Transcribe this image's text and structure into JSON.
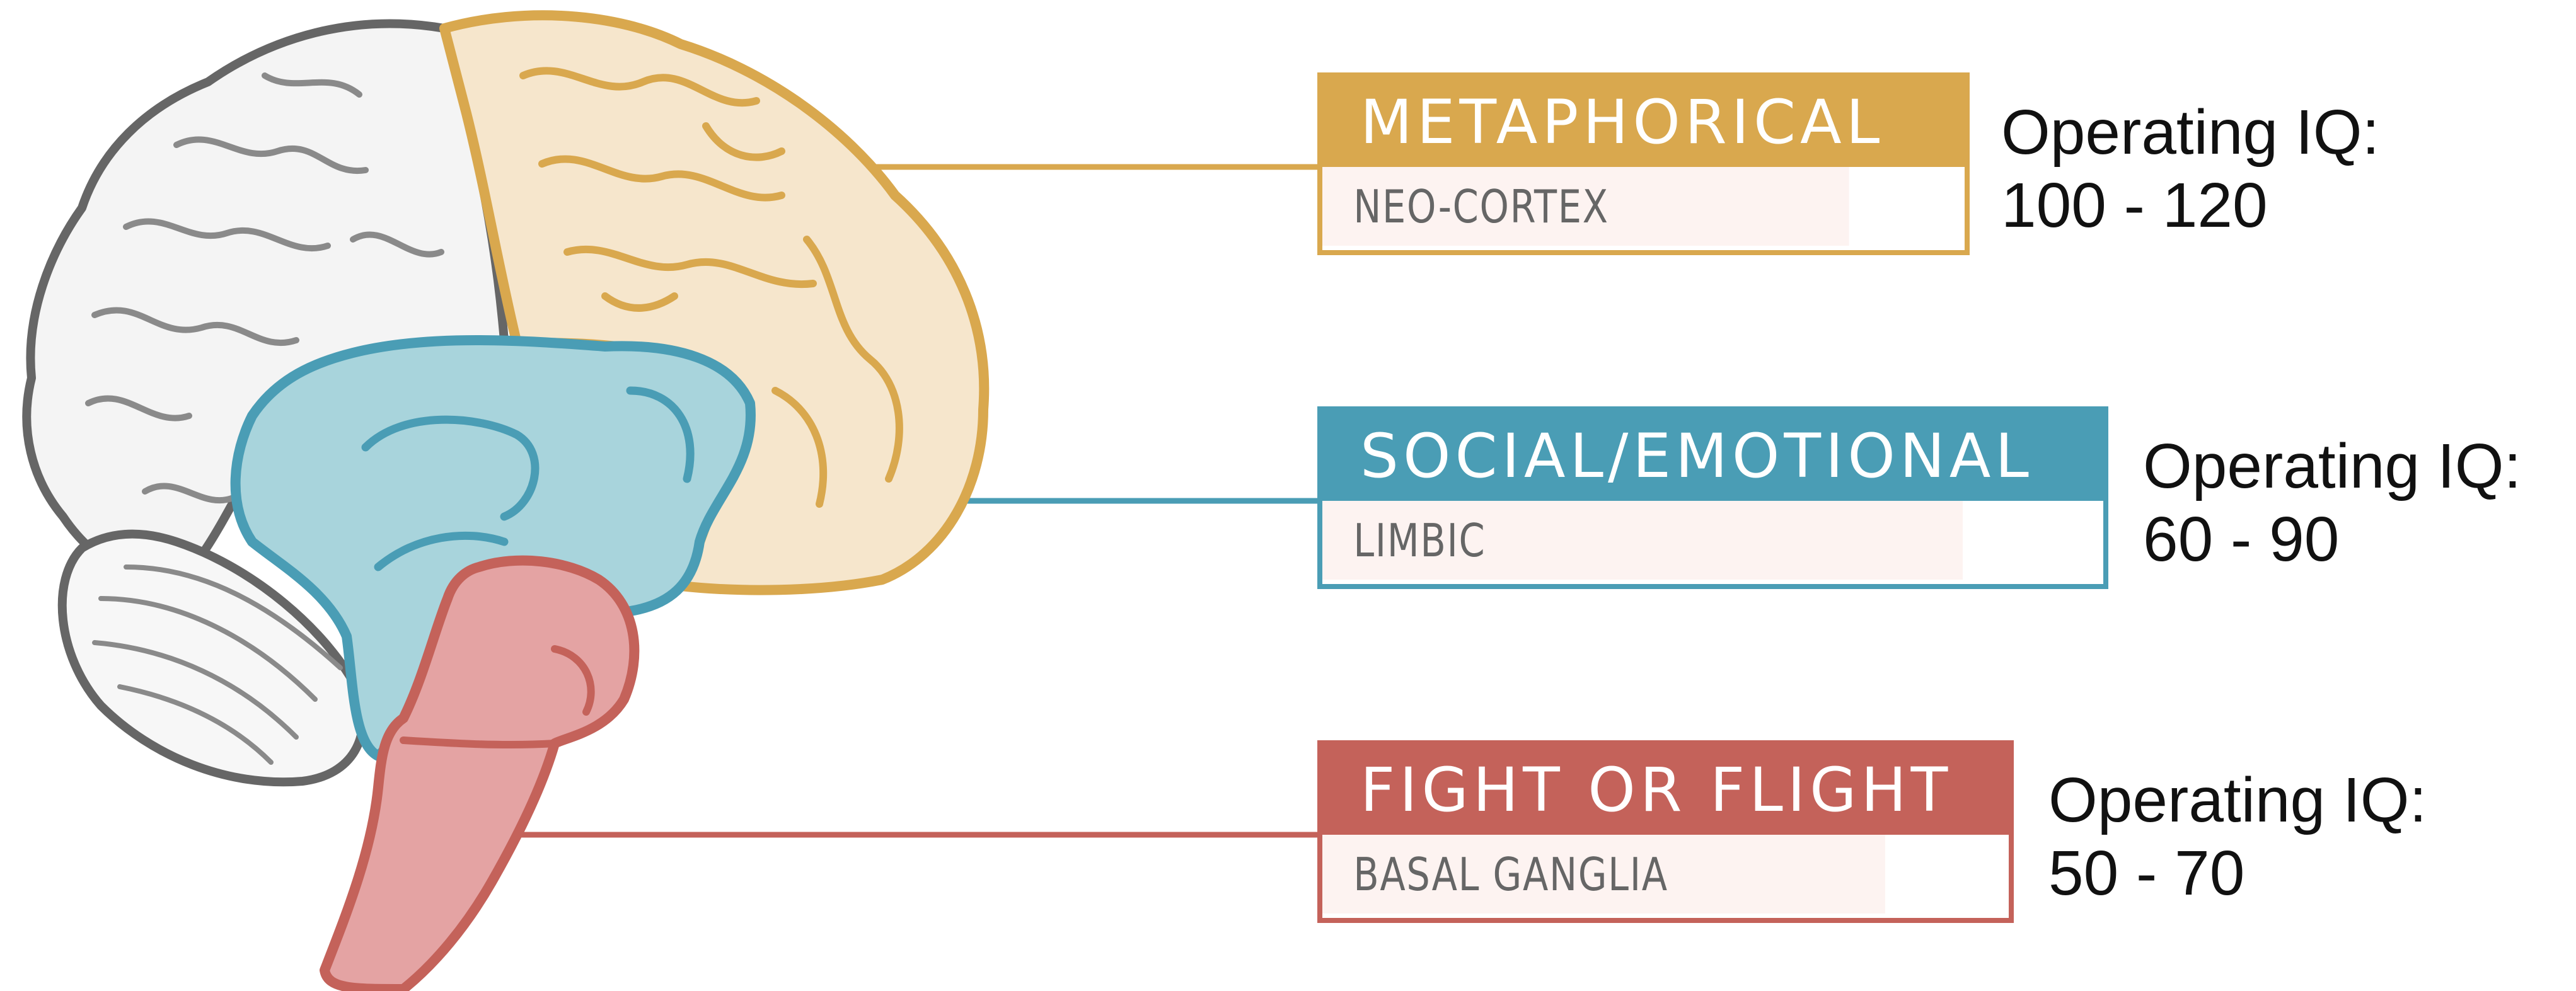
{
  "colors": {
    "metaphorical": "#d9a84e",
    "social": "#4a9db5",
    "fight": "#c4625a",
    "subBackground": "#fdf3f1",
    "subText": "#666666"
  },
  "regions": [
    {
      "key": "metaphorical",
      "title": "METAPHORICAL",
      "subtitle": "NEO-CORTEX",
      "iq_label": "Operating IQ:",
      "iq_range": "100 - 120",
      "iq_min": 100,
      "iq_max": 120
    },
    {
      "key": "social",
      "title": "SOCIAL/EMOTIONAL",
      "subtitle": "LIMBIC",
      "iq_label": "Operating IQ:",
      "iq_range": "60 - 90",
      "iq_min": 60,
      "iq_max": 90
    },
    {
      "key": "fight",
      "title": "FIGHT OR FLIGHT",
      "subtitle": "BASAL GANGLIA",
      "iq_label": "Operating IQ:",
      "iq_range": "50 - 70",
      "iq_min": 50,
      "iq_max": 70
    }
  ]
}
